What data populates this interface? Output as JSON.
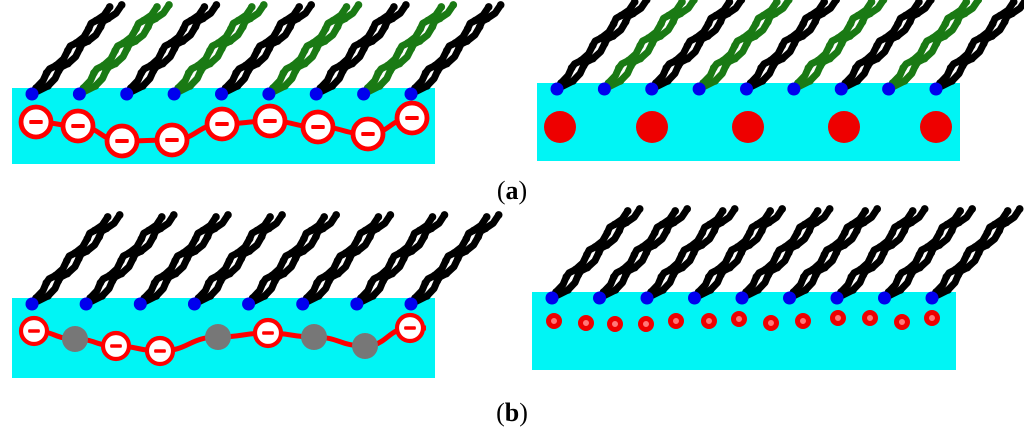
{
  "colors": {
    "substrate": "#00f5f5",
    "chain_black": "#000000",
    "chain_green": "#1a7a14",
    "head_blue": "#0000ee",
    "charge_red": "#ff0000",
    "ion_red": "#ee0000",
    "neutral_gray": "#777777",
    "polyion_backbone": "#ff0000"
  },
  "panels": [
    {
      "letter": "a",
      "open": "(",
      "close": ")",
      "left_diagram": {
        "surfactant_colors": [
          "black",
          "green",
          "black",
          "green",
          "black",
          "green",
          "black",
          "green",
          "black"
        ],
        "polyion_monomers": [
          "charged",
          "charged",
          "charged",
          "charged",
          "charged",
          "charged",
          "charged",
          "charged",
          "charged"
        ],
        "monomer_charge_sign": "−"
      },
      "right_diagram": {
        "surfactant_colors": [
          "black",
          "green",
          "black",
          "green",
          "black",
          "green",
          "black",
          "green",
          "black"
        ],
        "counterion_type": "large-red-disc",
        "counterion_count": 5
      }
    },
    {
      "letter": "b",
      "open": "(",
      "close": ")",
      "left_diagram": {
        "surfactant_colors": [
          "black",
          "black",
          "black",
          "black",
          "black",
          "black",
          "black",
          "black"
        ],
        "polyion_monomers": [
          "charged",
          "neutral",
          "charged",
          "charged",
          "neutral",
          "charged",
          "neutral",
          "neutral",
          "charged"
        ],
        "monomer_charge_sign": "−"
      },
      "right_diagram": {
        "surfactant_colors": [
          "black",
          "black",
          "black",
          "black",
          "black",
          "black",
          "black",
          "black",
          "black"
        ],
        "counterion_type": "small-ring-ion",
        "counterion_count": 13
      }
    }
  ]
}
